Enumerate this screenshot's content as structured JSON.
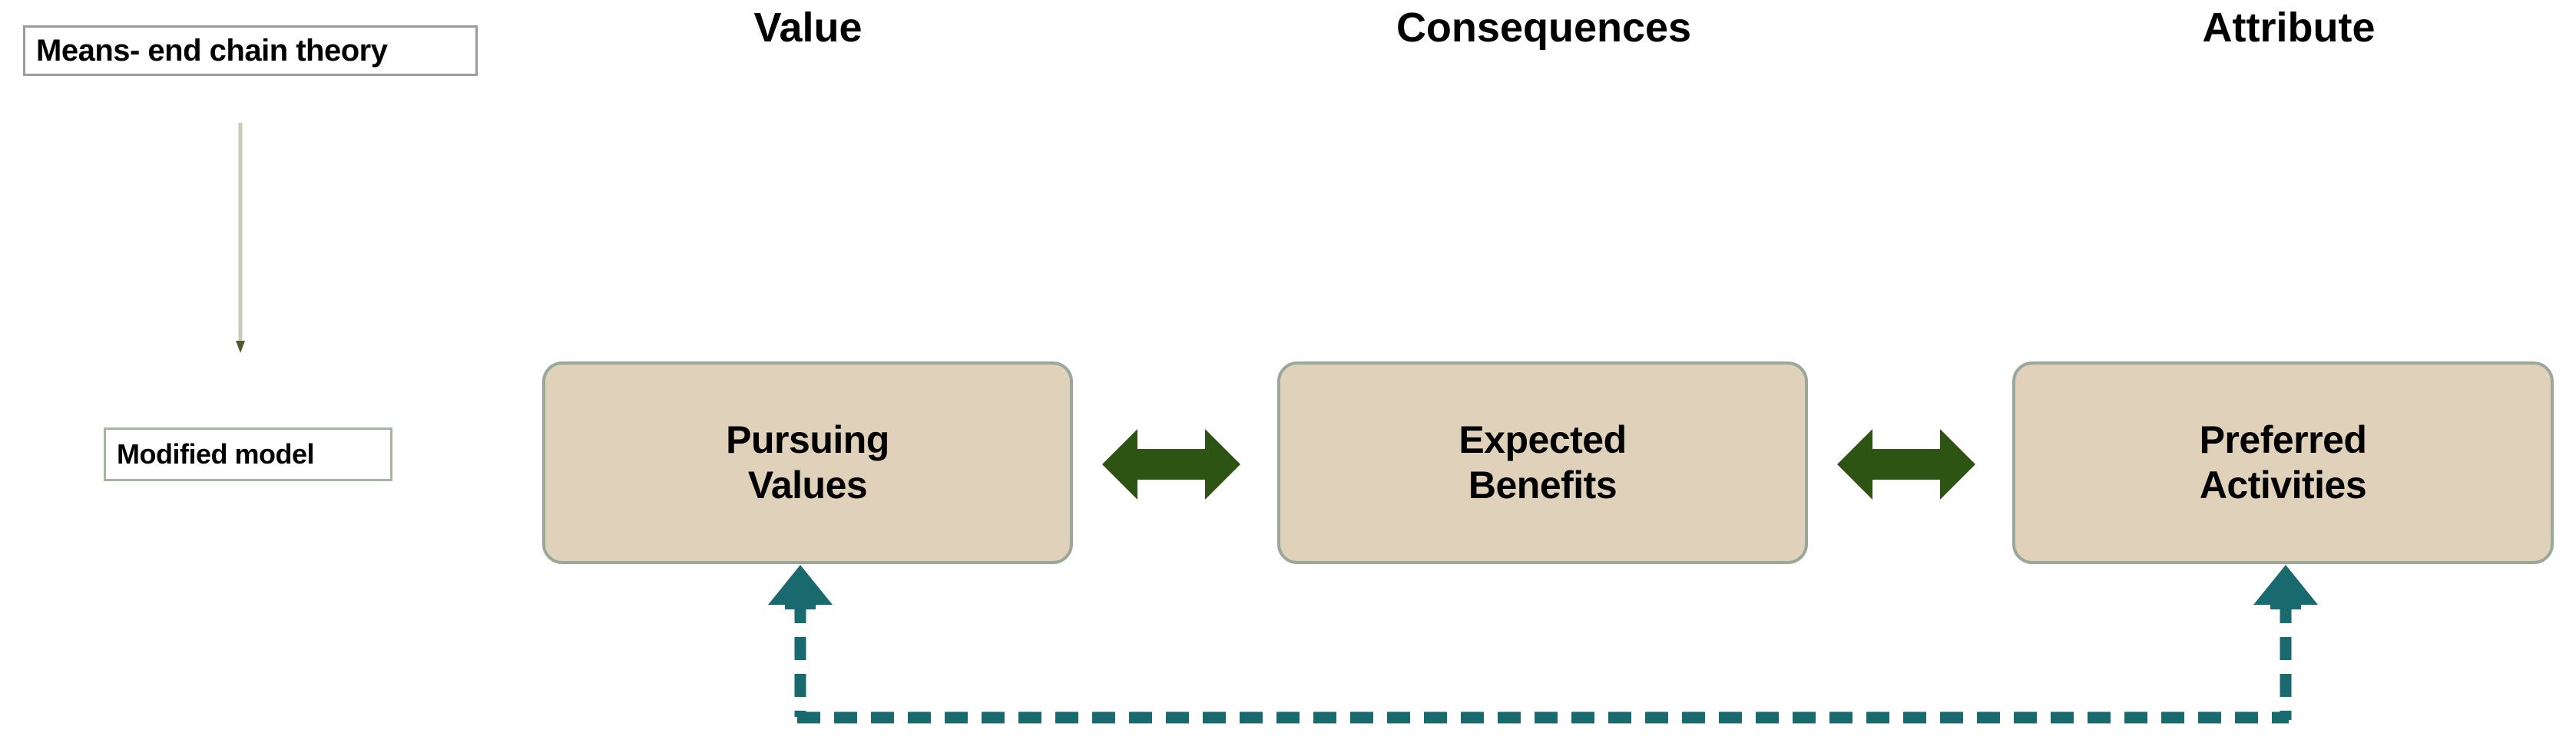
{
  "diagram": {
    "title": "Means- end chain theory — Modified model",
    "annotations": {
      "theory_label": "Means- end chain theory",
      "modified_label": "Modified model"
    },
    "column_headers": [
      {
        "id": "value",
        "label": "Value"
      },
      {
        "id": "consequences",
        "label": "Consequences"
      },
      {
        "id": "attribute",
        "label": "Attribute"
      }
    ],
    "nodes": [
      {
        "id": "pursuing-values",
        "line1": "Pursuing",
        "line2": "Values",
        "column": "Value"
      },
      {
        "id": "expected-benefits",
        "line1": "Expected",
        "line2": "Benefits",
        "column": "Consequences"
      },
      {
        "id": "preferred-activities",
        "line1": "Preferred",
        "line2": "Activities",
        "column": "Attribute"
      }
    ],
    "connectors": [
      {
        "id": "values-benefits",
        "type": "bidirectional-arrow",
        "style": "solid",
        "from": "pursuing-values",
        "to": "expected-benefits"
      },
      {
        "id": "benefits-activities",
        "type": "bidirectional-arrow",
        "style": "solid",
        "from": "expected-benefits",
        "to": "preferred-activities"
      },
      {
        "id": "feedback-loop",
        "type": "double-headed-dashed",
        "style": "dashed",
        "from": "preferred-activities",
        "to": "pursuing-values"
      },
      {
        "id": "theory-to-model",
        "type": "arrow",
        "style": "solid-thin",
        "from": "theory_label",
        "to": "modified_label"
      }
    ],
    "colors": {
      "box_fill": "#e0d2ba",
      "box_border": "#9aa89a",
      "arrow_green": "#2e5414",
      "feedback_teal": "#186a6e",
      "theory_border": "#9b9b9b",
      "modified_border": "#a9b3a3",
      "connector_sage": "#c6cbb8",
      "text": "#000000",
      "background": "#ffffff"
    }
  }
}
